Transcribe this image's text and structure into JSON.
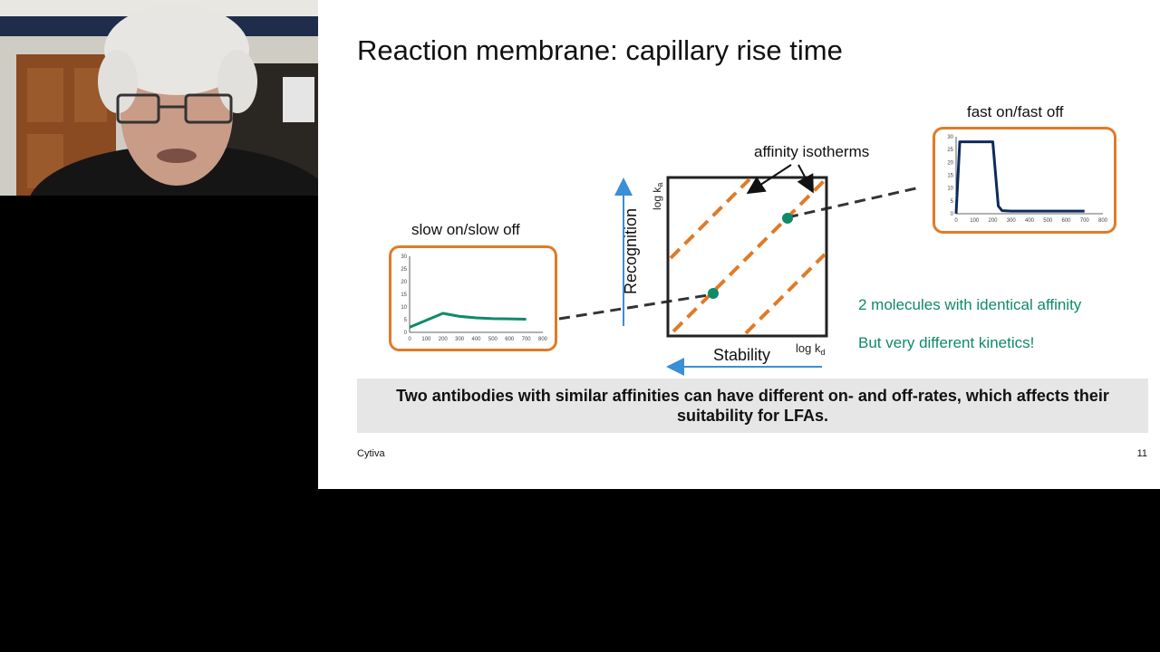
{
  "slide": {
    "title": "Reaction membrane: capillary rise time",
    "slow_label": "slow on/slow off",
    "fast_label": "fast on/fast off",
    "affinity_label": "affinity isotherms",
    "recognition_label": "Recognition",
    "stability_label": "Stability",
    "log_ka": "log k",
    "log_ka_sub": "a",
    "log_kd": "log k",
    "log_kd_sub": "d",
    "note1": "2 molecules with identical affinity",
    "note2": "But very different kinetics!",
    "banner": "Two antibodies with similar affinities can have different on- and off-rates, which affects their suitability for LFAs.",
    "footer_brand": "Cytiva",
    "page_number": "11"
  },
  "colors": {
    "orange": "#e07b28",
    "teal": "#0f8a6a",
    "navy": "#0d2a5c",
    "blue_arrow": "#3a8fd6"
  },
  "chart_data": [
    {
      "type": "line",
      "title": "slow on/slow off",
      "x": [
        0,
        200,
        300,
        400,
        500,
        600,
        700
      ],
      "series": [
        {
          "values": [
            2,
            7.5,
            6.3,
            5.7,
            5.4,
            5.3,
            5.2
          ]
        }
      ],
      "xticks": [
        "0",
        "100",
        "200",
        "300",
        "400",
        "500",
        "600",
        "700",
        "800"
      ],
      "yticks": [
        "0",
        "5",
        "10",
        "15",
        "20",
        "25",
        "30"
      ],
      "xlim": [
        0,
        800
      ],
      "ylim": [
        0,
        30
      ]
    },
    {
      "type": "line",
      "title": "fast on/fast off",
      "x": [
        0,
        20,
        200,
        230,
        250,
        300,
        700
      ],
      "series": [
        {
          "values": [
            0,
            28,
            28,
            3,
            1.2,
            1,
            1
          ]
        }
      ],
      "xticks": [
        "0",
        "100",
        "200",
        "300",
        "400",
        "500",
        "600",
        "700",
        "800"
      ],
      "yticks": [
        "0",
        "5",
        "10",
        "15",
        "20",
        "25",
        "30"
      ],
      "xlim": [
        0,
        800
      ],
      "ylim": [
        0,
        30
      ]
    }
  ]
}
